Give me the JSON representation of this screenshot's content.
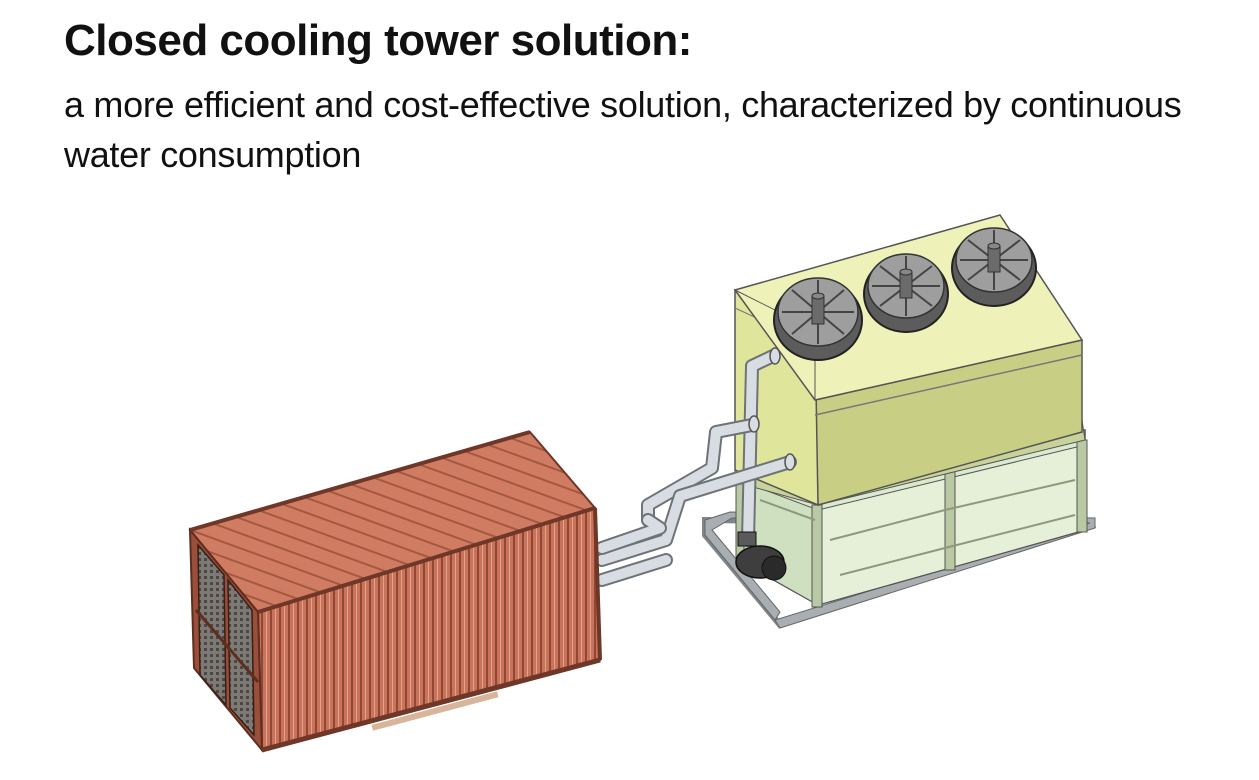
{
  "heading": {
    "title": "Closed cooling tower solution:",
    "subtitle": "a more efficient and cost-effective solution, characterized by continuous water consumption"
  },
  "colors": {
    "container": "#c8735a",
    "container_dark": "#9a4f3a",
    "tower_body": "#dfe59a",
    "tower_top": "#eef2b8",
    "frame": "#c8d8b8",
    "pipe": "#d7dde2",
    "fan": "#8c8c8c",
    "base": "#9aa0a4"
  },
  "diagram": {
    "components": [
      "shipping-container",
      "closed-cooling-tower",
      "fan",
      "fan",
      "fan",
      "pipes",
      "pump",
      "base-frame"
    ]
  }
}
